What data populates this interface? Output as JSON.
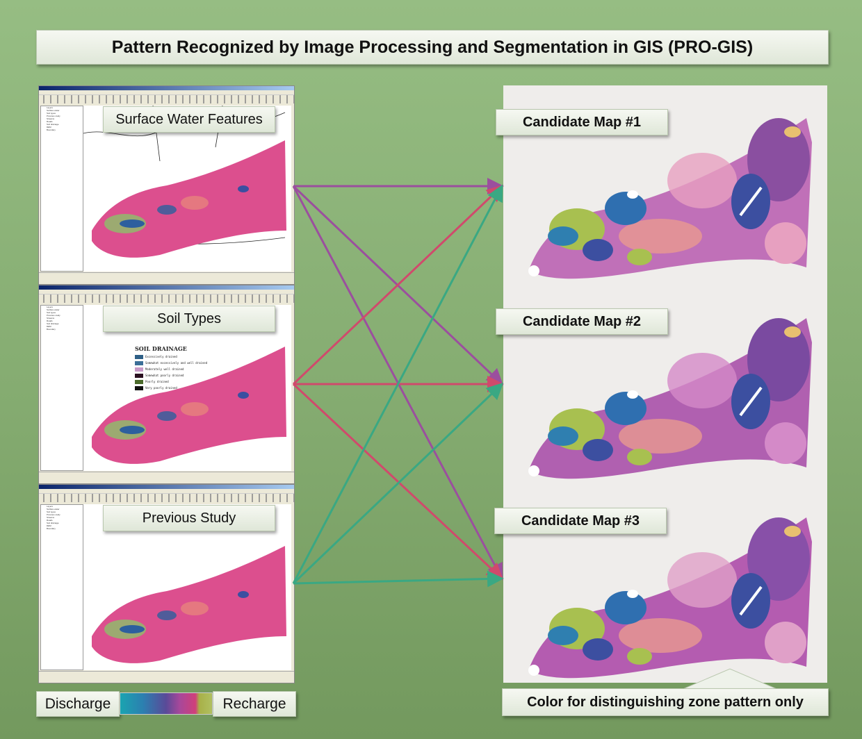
{
  "title": "Pattern Recognized by Image Processing and Segmentation in GIS (PRO-GIS)",
  "inputs": [
    {
      "label": "Surface Water Features",
      "arrow_color": "#9b4f9e"
    },
    {
      "label": "Soil Types",
      "arrow_color": "#d04a6c"
    },
    {
      "label": "Previous Study",
      "arrow_color": "#3aa883"
    }
  ],
  "soil_legend": {
    "title": "SOIL DRAINAGE",
    "items": [
      {
        "label": "Excessively drained",
        "color": "#2e5f86"
      },
      {
        "label": "Somewhat excessively and well drained",
        "color": "#3c6f98"
      },
      {
        "label": "Moderately well drained",
        "color": "#c89ac8"
      },
      {
        "label": "Somewhat poorly drained",
        "color": "#2a1020"
      },
      {
        "label": "Poorly drained",
        "color": "#4a6a2a"
      },
      {
        "label": "Very poorly drained",
        "color": "#111111"
      }
    ]
  },
  "toc_layers": [
    "Layers",
    "Surface water",
    "Soil types",
    "Previous study",
    "Streams",
    "Roads",
    "Soil drainage",
    "DEM",
    "Boundary"
  ],
  "candidates": [
    {
      "label": "Candidate Map #1"
    },
    {
      "label": "Candidate Map #2"
    },
    {
      "label": "Candidate Map #3"
    }
  ],
  "legend": {
    "left": "Discharge",
    "right": "Recharge"
  },
  "note": "Color for distinguishing zone pattern only"
}
